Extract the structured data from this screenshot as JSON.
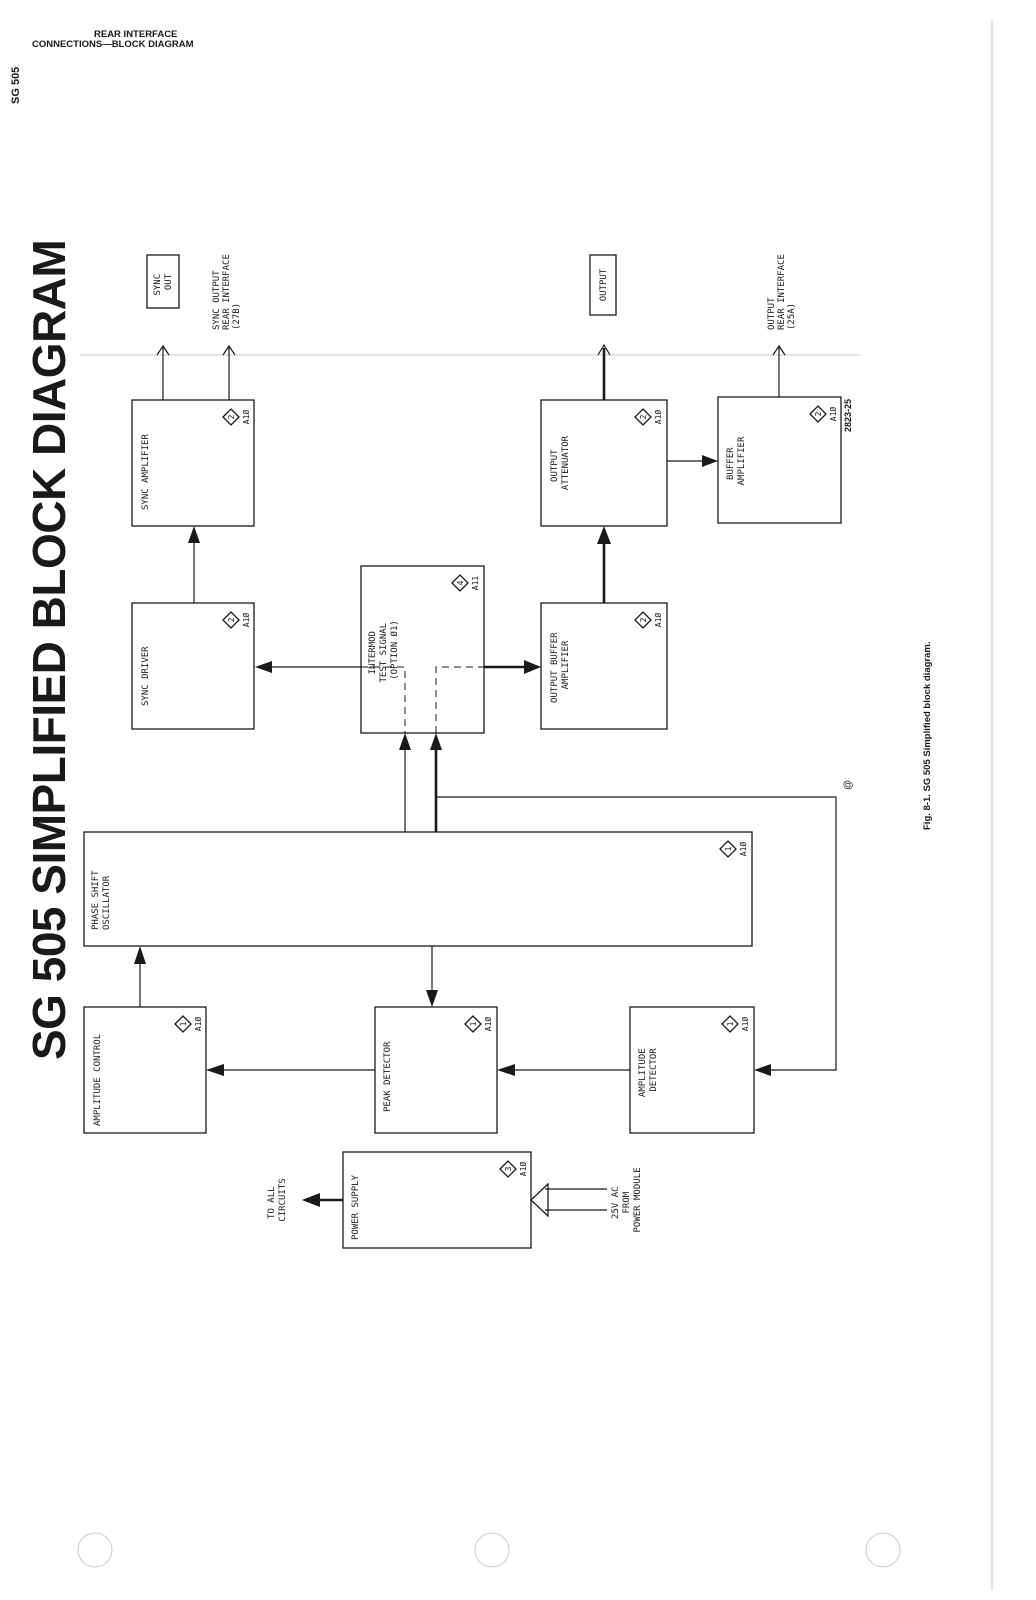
{
  "header": {
    "line1": "REAR INTERFACE",
    "line2": "CONNECTIONS—BLOCK  DIAGRAM",
    "model": "SG 505"
  },
  "title": "SG 505 SIMPLIFIED BLOCK DIAGRAM",
  "caption": "Fig. 8-1. SG 505 Simplified block diagram.",
  "figure_id": "2823-25",
  "copyright": "@",
  "blocks": {
    "sync_out": [
      "SYNC",
      "OUT"
    ],
    "output": "OUTPUT",
    "sync_amplifier": "SYNC AMPLIFIER",
    "sync_driver": "SYNC DRIVER",
    "intermod": [
      "INTERMOD",
      "TEST SIGNAL",
      "(OPTION Ø1)"
    ],
    "output_attenuator": [
      "OUTPUT",
      "ATTENUATOR"
    ],
    "output_buffer_amplifier": [
      "OUTPUT BUFFER",
      "AMPLIFIER"
    ],
    "buffer_amplifier": [
      "BUFFER",
      "AMPLIFIER"
    ],
    "phase_shift_oscillator": [
      "PHASE SHIFT",
      "OSCILLATOR"
    ],
    "amplitude_control": "AMPLITUDE CONTROL",
    "peak_detector": "PEAK DETECTOR",
    "amplitude_detector": [
      "AMPLITUDE",
      "DETECTOR"
    ],
    "power_supply": "POWER SUPPLY"
  },
  "annotations": {
    "sync_rear": [
      "SYNC OUTPUT",
      "REAR INTERFACE",
      "(27B)"
    ],
    "output_rear": [
      "OUTPUT",
      "REAR INTERFACE",
      "(25A)"
    ],
    "to_all_circuits": [
      "TO ALL",
      "CIRCUITS"
    ],
    "ac_input": [
      "25V AC",
      "FROM",
      "POWER MODULE"
    ]
  },
  "refs": {
    "sync_amplifier": [
      "2",
      "A1Ø"
    ],
    "sync_driver": [
      "2",
      "A1Ø"
    ],
    "intermod": [
      "4",
      "A11"
    ],
    "output_attenuator": [
      "2",
      "A1Ø"
    ],
    "output_buffer_amplifier": [
      "2",
      "A1Ø"
    ],
    "buffer_amplifier": [
      "2",
      "A1Ø"
    ],
    "phase_shift_oscillator": [
      "1",
      "A1Ø"
    ],
    "amplitude_control": [
      "1",
      "A1Ø"
    ],
    "peak_detector": [
      "1",
      "A1Ø"
    ],
    "amplitude_detector": [
      "1",
      "A1Ø"
    ],
    "power_supply": [
      "3",
      "A1Ø"
    ]
  }
}
